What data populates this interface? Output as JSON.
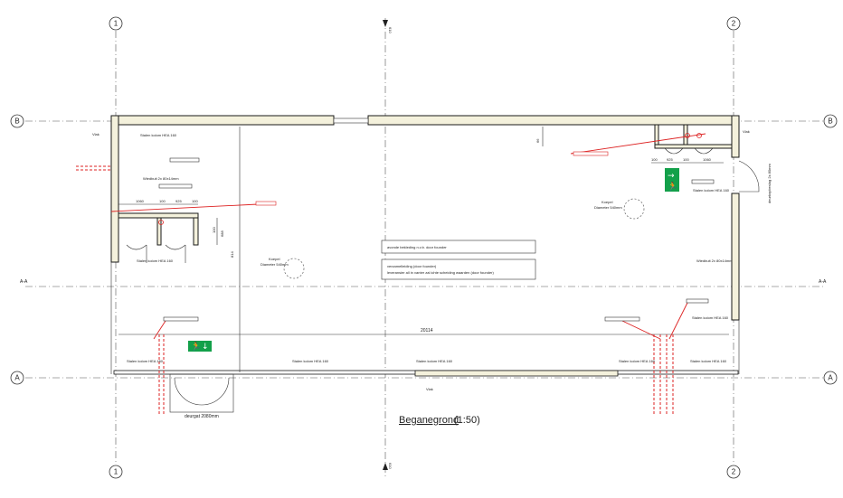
{
  "grid": {
    "col1": "1",
    "col2": "2",
    "rowA": "A",
    "rowB": "B",
    "section": "A-A"
  },
  "section_mark_top": "610",
  "section_mark_bottom": "610",
  "title": "Beganegrond",
  "scale": "(1:50)",
  "dims": {
    "overall_width": "20114",
    "left_height": "814",
    "top_center": "66",
    "col_widths_left": [
      "1060",
      "100",
      "925",
      "100"
    ],
    "col_widths_right": [
      "100",
      "925",
      "100",
      "1060"
    ],
    "left_v1": "100",
    "left_v2": "688"
  },
  "labels": {
    "staalen_kolom_top_left": "Stalen kolom HEA 160",
    "window_left": "Wiedbuit 2x 80x14mm",
    "staalen_kolom_left": "Stalen kolom HEA 160",
    "staalen_kolom_right_top": "Stalen kolom HEA 160",
    "window_right": "Wiedbuit 2x 80x14mm",
    "staalen_kolom_right": "Stalen kolom HEA 160",
    "kolom_bottom_1": "Stalen kolom HEA 160",
    "kolom_bottom_2": "Stalen kolom HEA 160",
    "kolom_bottom_3": "Stalen kolom HEA 160",
    "kolom_bottom_4": "Stalen kolom HEA 160",
    "kolom_bottom_5": "Stalen kolom HEA 160",
    "door_bottom": "deurgat 2080mm",
    "door_right": "deurkopbeslag 2x 80mm",
    "skylight_left_1": "Koepel",
    "skylight_left_2": "Diameter 540mm",
    "skylight_right_1": "Koepel",
    "skylight_right_2": "Diameter 540mm",
    "note_box1": "avonde bekleding n.v.b. door founder",
    "note_box2_line1": "verzamelleiding (door founder)",
    "note_box2_line2": "leveransier all in vanter zal ichte scheiding waarden (door founder)",
    "bar_top": "Vlak",
    "bar_top_right": "Vlak",
    "bar_bottom": "Vlak"
  },
  "colors": {
    "wall_fill": "#f4f1dc",
    "line": "#1a1a1a",
    "red": "#dd2222",
    "green": "#13a04a"
  }
}
